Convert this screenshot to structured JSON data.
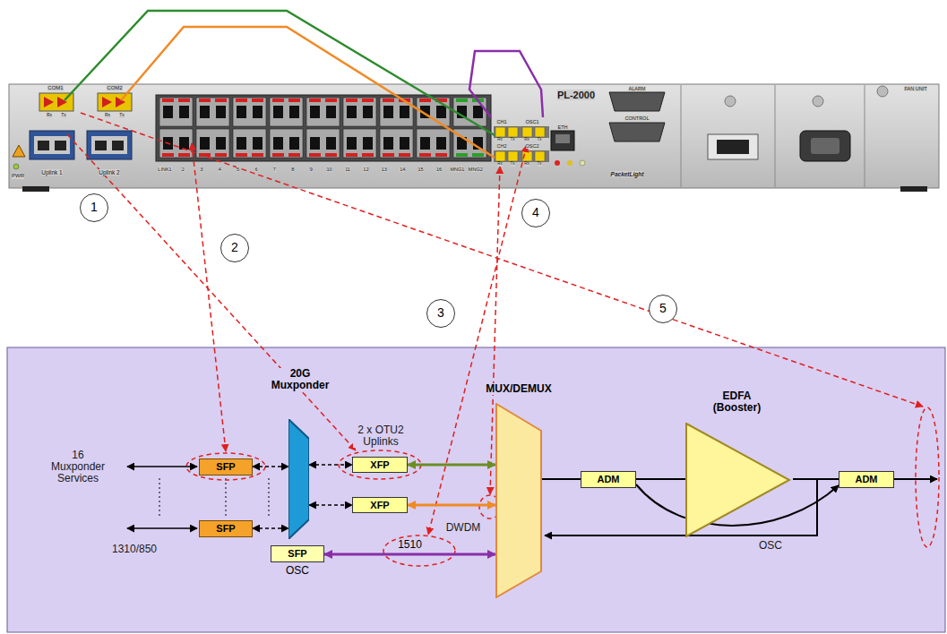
{
  "diagram": {
    "nodes": [
      {
        "text": [
          "SFP"
        ]
      },
      {
        "text": [
          "SFP"
        ]
      },
      {
        "text": [
          "20G Muxponder"
        ]
      },
      {
        "text": [
          "XFP"
        ]
      },
      {
        "text": [
          "XFP"
        ]
      },
      {
        "text": [
          "SFP",
          "OSC"
        ]
      },
      {
        "text": [
          "MUX/DEMUX"
        ]
      },
      {
        "text": [
          "ADM"
        ]
      },
      {
        "text": [
          "EDFA (Booster)"
        ]
      },
      {
        "text": [
          "ADM"
        ]
      }
    ],
    "edges": [
      {
        "from": 0,
        "to": 2,
        "arrow": "both"
      },
      {
        "from": 1,
        "to": 2,
        "arrow": "both"
      },
      {
        "from": 2,
        "to": 3,
        "arrow": "both"
      },
      {
        "from": 2,
        "to": 4,
        "arrow": "both"
      },
      {
        "from": 3,
        "to": 6,
        "arrow": "both"
      },
      {
        "from": 4,
        "to": 6,
        "arrow": "both"
      },
      {
        "from": 5,
        "to": 6,
        "label": "1510",
        "arrow": "both"
      },
      {
        "from": 6,
        "to": 7,
        "arrow": "none"
      },
      {
        "from": 7,
        "to": 8,
        "arrow": "none"
      },
      {
        "from": 8,
        "to": 9,
        "arrow": "none"
      },
      {
        "from": 7,
        "to": 9,
        "arrow": "to"
      }
    ],
    "labels": [
      "COM1",
      "COM2",
      "Rx",
      "Tx",
      "Rx",
      "Tx",
      "PWR",
      "Uplink 1",
      "Uplink 2",
      "LINK1",
      "2",
      "3",
      "4",
      "5",
      "6",
      "7",
      "8",
      "9",
      "10",
      "11",
      "12",
      "13",
      "14",
      "15",
      "16",
      "MNG1",
      "MNG2",
      "CH1",
      "OSC1",
      "CH2",
      "OSC2",
      "Rx",
      "Tx",
      "Rx",
      "Tx",
      "Rx",
      "Tx",
      "Rx",
      "Tx",
      "PL-2000",
      "ETH",
      "ALARM",
      "CONTROL",
      "FAN UNIT",
      "PacketLight",
      "1",
      "2",
      "3",
      "4",
      "5",
      "16 Muxponder Services",
      "1310/850",
      "2 x OTU2 Uplinks",
      "DWDM",
      "OSC"
    ]
  }
}
